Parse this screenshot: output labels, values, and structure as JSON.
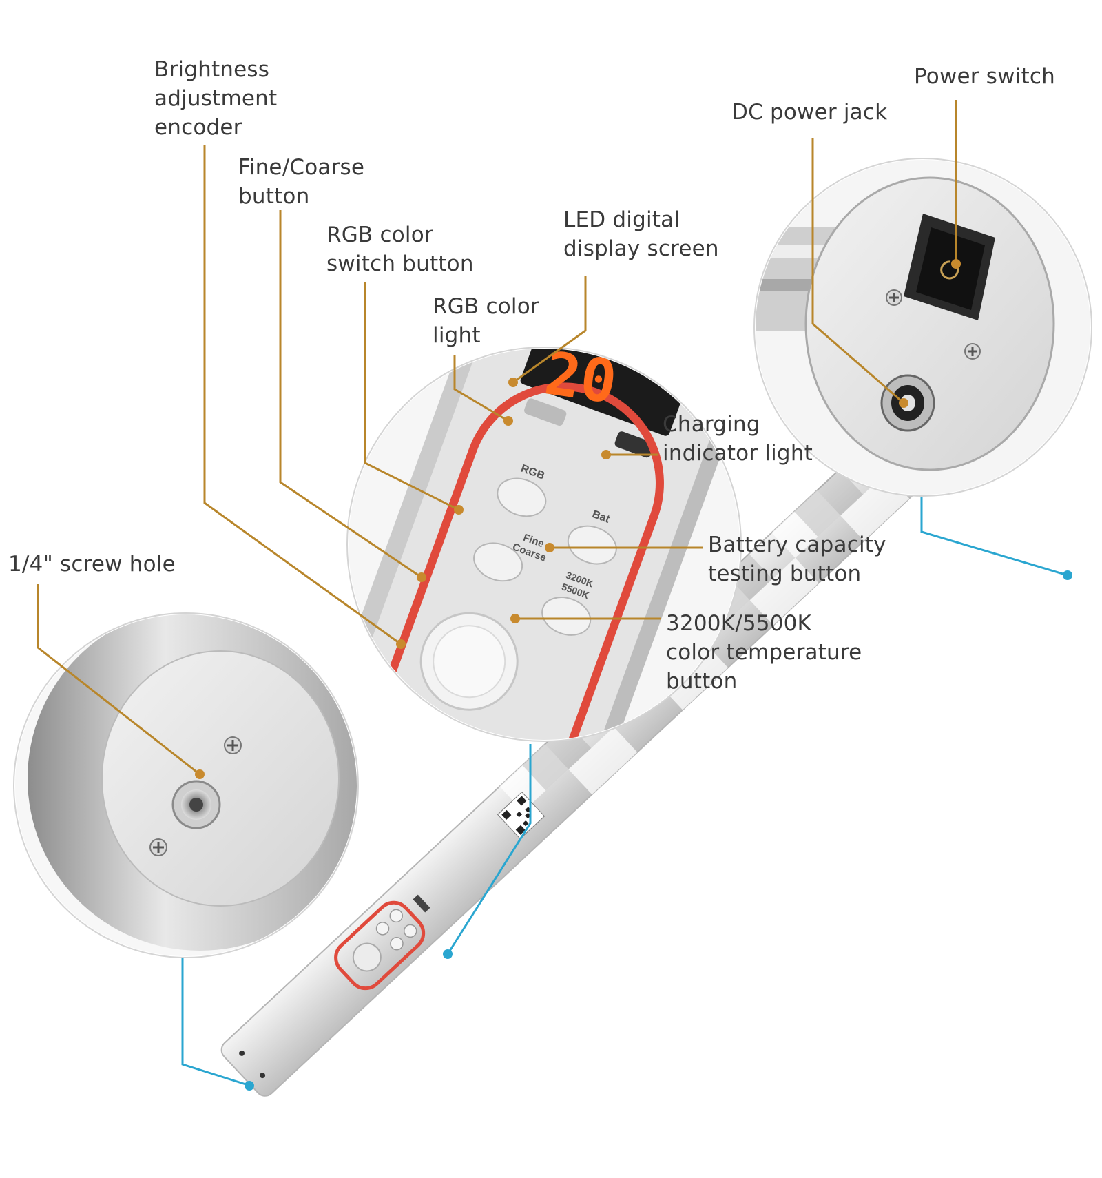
{
  "colors": {
    "leader": "#b8862b",
    "leader_dot": "#c88a2e",
    "link_line": "#2aa6d0",
    "highlight_red": "#e04a3c",
    "body_silver": "#e6e6e6",
    "led_orange": "#ff6a1a"
  },
  "labels": {
    "brightness": "Brightness\nadjustment\nencoder",
    "fine_coarse": "Fine/Coarse\nbutton",
    "rgb_switch": "RGB color\nswitch button",
    "led_display": "LED digital\ndisplay screen",
    "rgb_light": "RGB color\nlight",
    "charging": "Charging\nindicator light",
    "battery": "Battery capacity\ntesting button",
    "color_temp": "3200K/5500K\ncolor temperature\nbutton",
    "screw_hole": "1/4\" screw hole",
    "dc_jack": "DC power jack",
    "power_switch": "Power switch"
  },
  "panel": {
    "display_value": "20",
    "key_rgb": "RGB",
    "key_fine": "Fine",
    "key_coarse": "Coarse",
    "key_bat": "Bat",
    "key_3200": "3200K",
    "key_5500": "5500K"
  },
  "icons": [
    "screw-icon",
    "rocker-switch-icon",
    "dc-jack-icon",
    "tripod-thread-icon",
    "led-tube-icon",
    "qr-code-icon"
  ]
}
